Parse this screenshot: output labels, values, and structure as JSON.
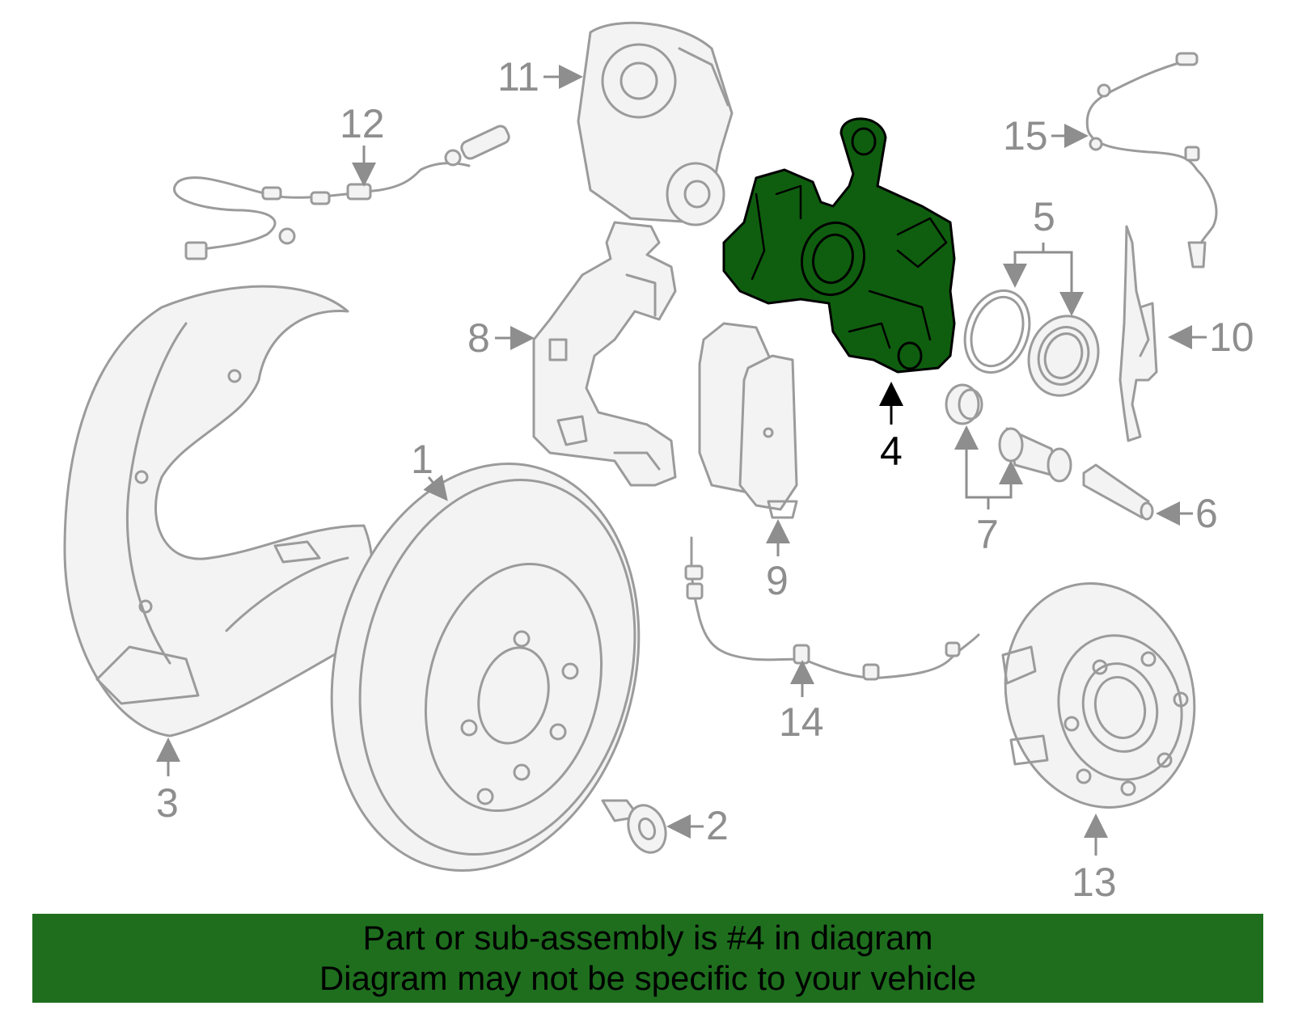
{
  "diagram": {
    "callouts": {
      "c1": "1",
      "c2": "2",
      "c3": "3",
      "c4": "4",
      "c5": "5",
      "c6": "6",
      "c7": "7",
      "c8": "8",
      "c9": "9",
      "c10": "10",
      "c11": "11",
      "c12": "12",
      "c13": "13",
      "c14": "14",
      "c15": "15"
    },
    "highlighted_part": "4",
    "colors": {
      "highlight": "#0f5e0f",
      "banner": "#1e6e1e",
      "line": "#9b9b9b"
    }
  },
  "banner": {
    "line1": "Part or sub-assembly is #4 in diagram",
    "line2": "Diagram may not be specific to your vehicle"
  }
}
